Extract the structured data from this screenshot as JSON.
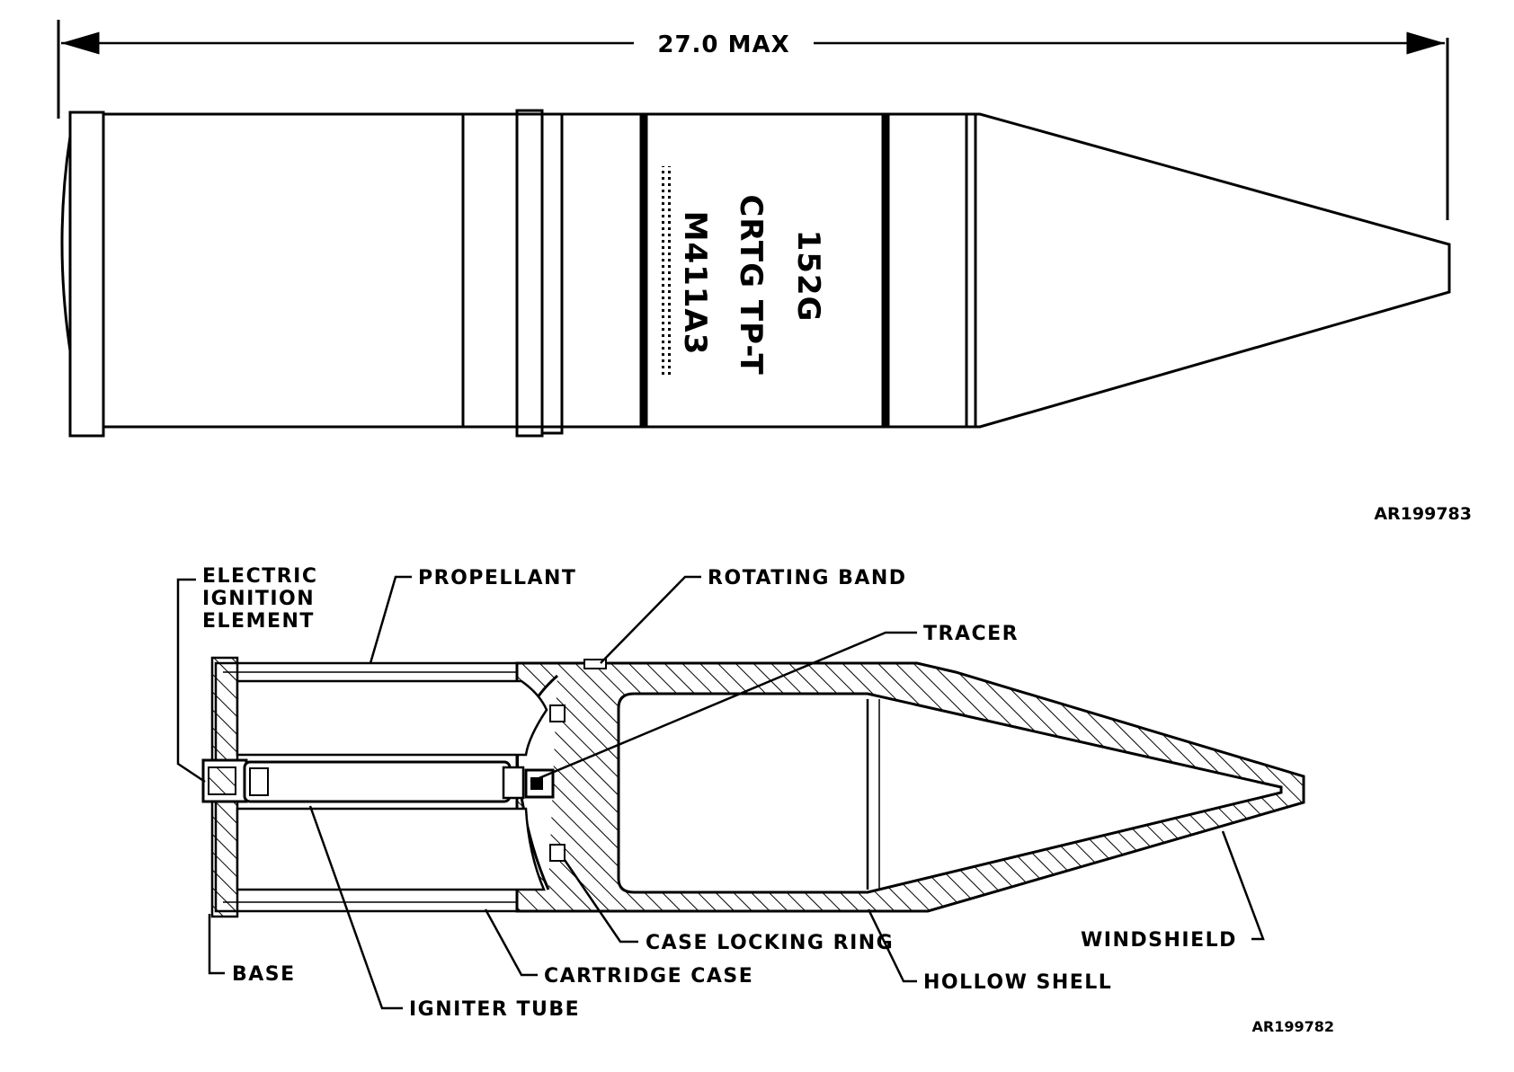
{
  "exterior_view": {
    "dimension": "27.0 MAX",
    "markings": [
      "152G",
      "CRTG TP-T",
      "M411A3"
    ],
    "figure_id": "AR199783"
  },
  "cutaway_view": {
    "labels": {
      "electric_ignition_line1": "ELECTRIC",
      "electric_ignition_line2": "IGNITION",
      "electric_ignition_line3": "ELEMENT",
      "propellant": "PROPELLANT",
      "rotating_band": "ROTATING BAND",
      "tracer": "TRACER",
      "case_locking_ring": "CASE LOCKING RING",
      "windshield": "WINDSHIELD",
      "base": "BASE",
      "cartridge_case": "CARTRIDGE CASE",
      "hollow_shell": "HOLLOW SHELL",
      "igniter_tube": "IGNITER TUBE"
    },
    "figure_id": "AR199782"
  }
}
